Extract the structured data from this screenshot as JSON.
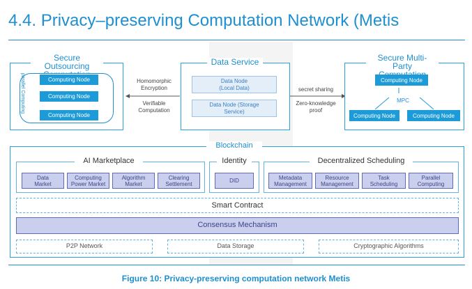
{
  "header": {
    "title": "4.4. Privacy–preserving Computation Network (Metis"
  },
  "outsourcing": {
    "title": "Secure Outsourcing Computation",
    "parallel_label": "parallel Computing",
    "nodes": [
      "Computing Node",
      "Computing Node",
      "Computing Node"
    ]
  },
  "left_links": {
    "encryption": "Homomorphic Encryption",
    "verifiable": "Verifiable Computation"
  },
  "data_service": {
    "title": "Data Service",
    "nodes": [
      "Data Node (Local Data)",
      "Data Node (Storage Service)"
    ]
  },
  "right_links": {
    "secret": "secret sharing",
    "zk": "Zero-knowledge proof"
  },
  "mpc": {
    "title": "Secure Multi-Party Computation",
    "top_node": "Computing Node",
    "label": "MPC",
    "bottom_nodes": [
      "Computing Node",
      "Computing Node"
    ]
  },
  "blockchain": {
    "title": "Blockchain",
    "ai_marketplace": {
      "title": "AI Marketplace",
      "items": [
        "Data Market",
        "Computing Power Market",
        "Algorithm Market",
        "Clearing Settlement"
      ]
    },
    "identity": {
      "title": "Identity",
      "items": [
        "DID"
      ]
    },
    "scheduling": {
      "title": "Decentralized Scheduling",
      "items": [
        "Metadata Management",
        "Resource Management",
        "Task Scheduling",
        "Parallel Computing"
      ]
    },
    "smart_contract": "Smart Contract",
    "consensus": "Consensus Mechanism",
    "bottom": [
      "P2P Network",
      "Data Storage",
      "Cryptographic Algorithms"
    ]
  },
  "caption": "Figure 10: Privacy-preserving computation network Metis",
  "colors": {
    "accent": "#1e8fd0",
    "node_blue": "#1d9bd8",
    "purple": "#c9cfec"
  }
}
